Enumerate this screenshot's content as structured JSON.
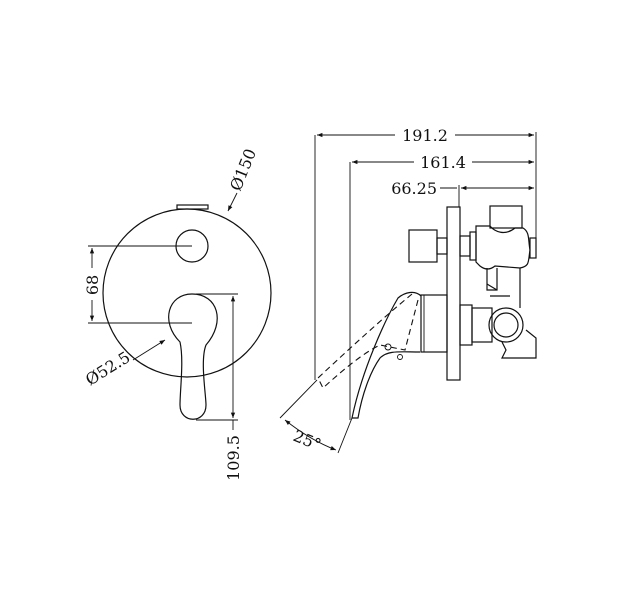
{
  "drawing": {
    "front_view": {
      "plate_diameter": "Ø150",
      "handle_diameter": "Ø52.5",
      "center_spacing": "68",
      "handle_height": "109.5"
    },
    "side_view": {
      "overall_depth": "191.2",
      "lever_depth": "161.4",
      "body_depth": "66.25",
      "lever_angle": "25°"
    },
    "line_color": "#111111",
    "background": "#ffffff"
  }
}
